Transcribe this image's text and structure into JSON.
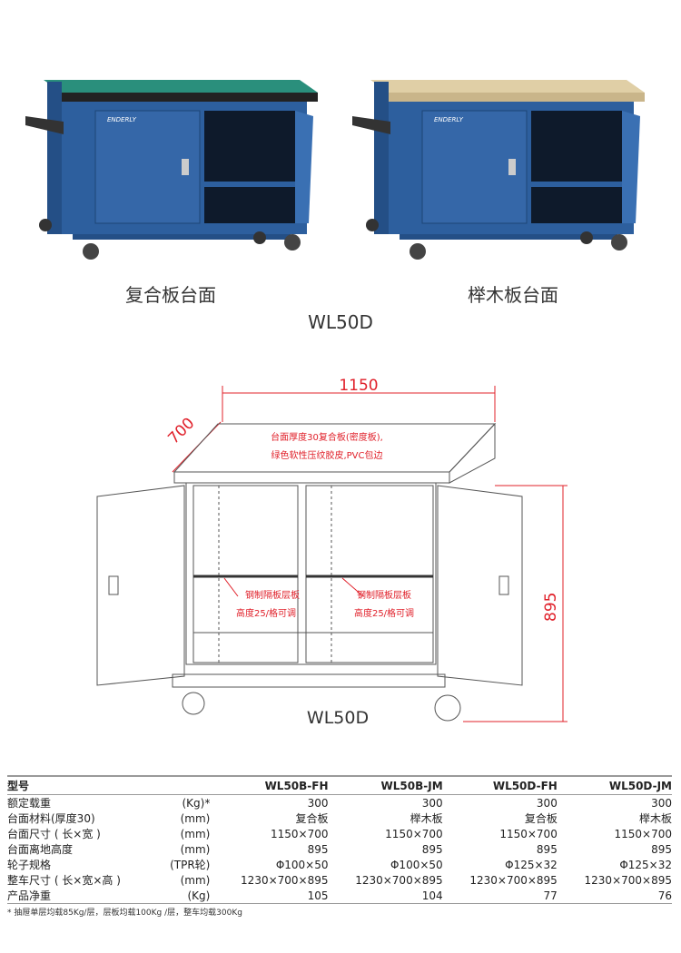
{
  "products": [
    {
      "brand": "ENDERLY",
      "caption": "复合板台面",
      "top_color": "#2a8f7c"
    },
    {
      "brand": "ENDERLY",
      "caption": "榉木板台面",
      "top_color": "#e0cfa6"
    }
  ],
  "model_title": "WL50D",
  "drawing": {
    "width_dim": "1150",
    "depth_dim": "700",
    "height_dim": "895",
    "top_note_1": "台面厚度30复合板(密度板),",
    "top_note_2": "绿色软性压纹胶皮,PVC包边",
    "shelf_note_1": "钢制隔板层板",
    "shelf_note_2": "高度25/格可调",
    "label": "WL50D"
  },
  "colors": {
    "body": "#2d5f9e",
    "annot": "#e0202a"
  },
  "specs": {
    "header": [
      "型号",
      "",
      "WL50B-FH",
      "WL50B-JM",
      "WL50D-FH",
      "WL50D-JM"
    ],
    "rows": [
      [
        "额定载重",
        "(Kg)*",
        "300",
        "300",
        "300",
        "300"
      ],
      [
        "台面材料(厚度30)",
        "(mm)",
        "复合板",
        "榉木板",
        "复合板",
        "榉木板"
      ],
      [
        "台面尺寸 ( 长×宽 )",
        "(mm)",
        "1150×700",
        "1150×700",
        "1150×700",
        "1150×700"
      ],
      [
        "台面离地高度",
        "(mm)",
        "895",
        "895",
        "895",
        "895"
      ],
      [
        "轮子规格",
        "(TPR轮)",
        "Φ100×50",
        "Φ100×50",
        "Φ125×32",
        "Φ125×32"
      ],
      [
        "整车尺寸 ( 长×宽×高 )",
        "(mm)",
        "1230×700×895",
        "1230×700×895",
        "1230×700×895",
        "1230×700×895"
      ],
      [
        "产品净重",
        "(Kg)",
        "105",
        "104",
        "77",
        "76"
      ]
    ],
    "footnote": "* 抽屉单层均载85Kg/层，层板均载100Kg /层，整车均载300Kg"
  }
}
